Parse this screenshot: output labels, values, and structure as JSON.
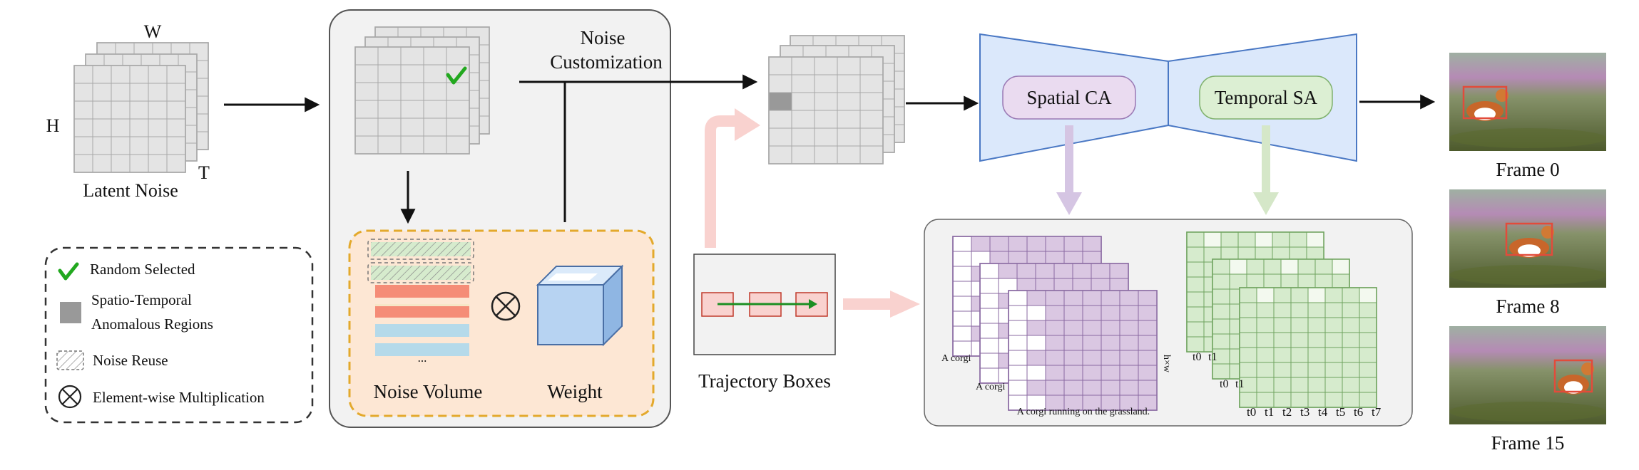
{
  "latent_noise": {
    "title": "Latent Noise",
    "dim_w": "W",
    "dim_h": "H",
    "dim_t": "T"
  },
  "noise_customization": {
    "title": "Noise Customization",
    "noise_volume_label": "Noise Volume",
    "weight_label": "Weight",
    "ellipsis": "..."
  },
  "trajectory": {
    "label": "Trajectory Boxes"
  },
  "unet": {
    "spatial_label": "Spatial CA",
    "temporal_label": "Temporal SA"
  },
  "attention": {
    "prompt_short": "A corgi",
    "prompt_full": "A corgi running on the grassland.",
    "hw_label": "h×w",
    "time_tokens": [
      "t0",
      "t1",
      "t2",
      "t3",
      "t4",
      "t5",
      "t6",
      "t7"
    ]
  },
  "frames": [
    {
      "label": "Frame 0"
    },
    {
      "label": "Frame 8"
    },
    {
      "label": "Frame 15"
    }
  ],
  "legend": {
    "items": [
      {
        "label": "Random Selected"
      },
      {
        "label": "Spatio-Temporal"
      },
      {
        "label": "Anomalous Regions"
      },
      {
        "label": "Noise Reuse"
      },
      {
        "label": "Element-wise Multiplication"
      }
    ]
  },
  "colors": {
    "grid_fill": "#e4e4e4",
    "anomaly": "#999999",
    "check": "#22a81f",
    "panel_bg": "#f2f2f2",
    "inner_bg": "#fde7d4",
    "inner_border": "#e3a92c",
    "unet_fill": "#dbe8fb",
    "unet_stroke": "#4a78c4",
    "spatial_fill": "#eadbf0",
    "temporal_fill": "#dcefd3",
    "purple_cell": "#dac7e2",
    "green_cell": "#d6ebcd",
    "pink_arrow": "#f9d2cf",
    "salmon": "#f58c77",
    "light_blue": "#b5daea",
    "wheat": "#f6e6c7"
  }
}
